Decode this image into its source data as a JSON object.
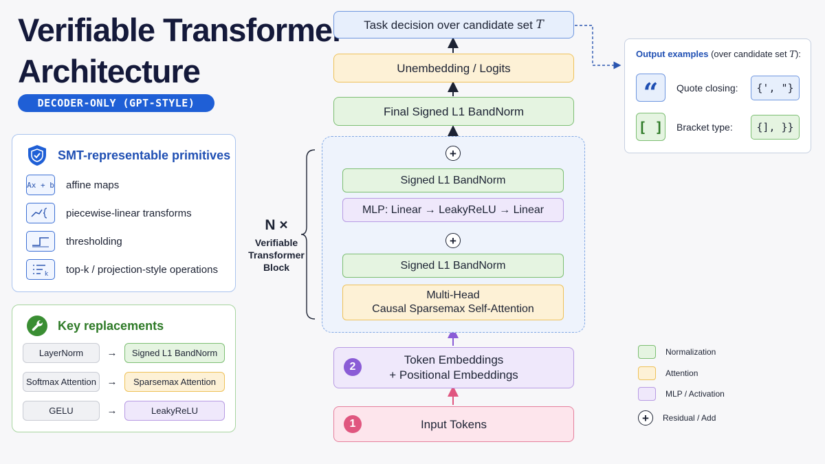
{
  "title_lines": [
    "Verifiable Transformer",
    "Architecture"
  ],
  "subtitle": "DECODER-ONLY (GPT-STYLE)",
  "primitives": {
    "heading": "SMT-representable primitives",
    "items": [
      {
        "icon": "Ax + b",
        "label": "affine maps"
      },
      {
        "icon": "",
        "label": "piecewise-linear transforms"
      },
      {
        "icon": "",
        "label": "thresholding"
      },
      {
        "icon": "",
        "label": "top-k / projection-style operations"
      }
    ]
  },
  "replacements": {
    "heading": "Key replacements",
    "arrow": "→",
    "rows": [
      {
        "from": "LayerNorm",
        "to": "Signed L1 BandNorm"
      },
      {
        "from": "Softmax Attention",
        "to": "Sparsemax Attention"
      },
      {
        "from": "GELU",
        "to": "LeakyReLU"
      }
    ]
  },
  "stack": {
    "task_prefix": "Task decision over candidate set ",
    "task_var": "T",
    "unembedding": "Unembedding / Logits",
    "final_norm": "Final Signed L1 BandNorm",
    "block": {
      "norm_top": "Signed L1 BandNorm",
      "mlp": "MLP: Linear → LeakyReLU → Linear",
      "norm_bottom": "Signed L1 BandNorm",
      "attn_line1": "Multi-Head",
      "attn_line2": "Causal Sparsemax Self-Attention",
      "plus": "+"
    },
    "repeat_label": "N ×",
    "repeat_sub_lines": [
      "Verifiable",
      "Transformer",
      "Block"
    ],
    "embeddings_line1": "Token Embeddings",
    "embeddings_line2": "+ Positional Embeddings",
    "embeddings_num": "2",
    "input": "Input Tokens",
    "input_num": "1"
  },
  "output_examples": {
    "title_bold": "Output examples",
    "title_rest_prefix": " (over candidate set ",
    "title_var": "T",
    "title_rest_suffix": "):",
    "rows": [
      {
        "icon": "“",
        "label": "Quote closing:",
        "value": "{', \"}"
      },
      {
        "icon": "[ ]",
        "label": "Bracket type:",
        "value": "{], }}"
      }
    ]
  },
  "legend": [
    {
      "label": "Normalization",
      "color": "#e5f4e1",
      "border": "#7cbe72"
    },
    {
      "label": "Attention",
      "color": "#fdf1d6",
      "border": "#eec158"
    },
    {
      "label": "MLP / Activation",
      "color": "#efe8fb",
      "border": "#b79ae3"
    },
    {
      "label": "Residual / Add",
      "symbol": "+"
    }
  ],
  "colors": {
    "title": "#14193a",
    "accent_blue": "#1f5fd6",
    "normalization": "#7cbe72",
    "attention": "#eec158",
    "mlp": "#b79ae3",
    "input": "#e57e9c",
    "embedding": "#8a5cd6"
  }
}
